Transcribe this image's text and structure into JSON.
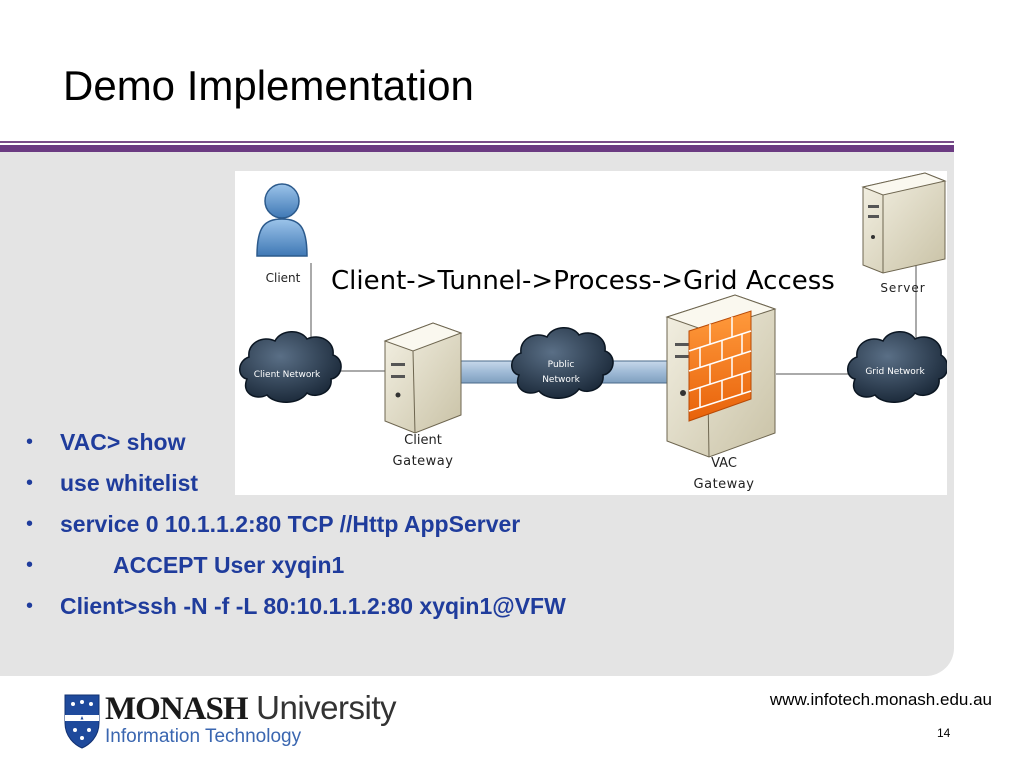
{
  "slide": {
    "title": "Demo Implementation"
  },
  "diagram": {
    "heading": "Client->Tunnel->Process->Grid Access",
    "labels": {
      "client": "Client",
      "server": "Server",
      "client_network": "Client Network",
      "public_network_line1": "Public",
      "public_network_line2": "Network",
      "grid_network": "Grid Network",
      "client_gateway_line1": "Client",
      "client_gateway_line2": "Gateway",
      "vac_gateway_line1": "VAC",
      "vac_gateway_line2": "Gateway"
    },
    "icons": {
      "client": "user-icon",
      "server": "server-icon",
      "client_gateway": "server-icon",
      "vac_gateway": "firewall-server-icon",
      "networks": "cloud-icon"
    }
  },
  "bullets": [
    {
      "text": "VAC> show",
      "indent": false
    },
    {
      "text": "use whitelist",
      "indent": false
    },
    {
      "text": "service 0 10.1.1.2:80 TCP //Http AppServer",
      "indent": false
    },
    {
      "text": "ACCEPT User xyqin1",
      "indent": true
    },
    {
      "text": "Client>ssh -N -f -L 80:10.1.1.2:80 xyqin1@VFW",
      "indent": false
    }
  ],
  "footer": {
    "logo_wordmark_bold": "MONASH",
    "logo_wordmark_rest": " University",
    "logo_subtitle": "Information Technology",
    "url": "www.infotech.monash.edu.au",
    "page_number": "14"
  },
  "colors": {
    "accent_band": "#6b3b82",
    "bullet_text": "#1f3c9c",
    "panel_bg": "#e4e4e4",
    "logo_subtitle": "#3a66b0"
  }
}
